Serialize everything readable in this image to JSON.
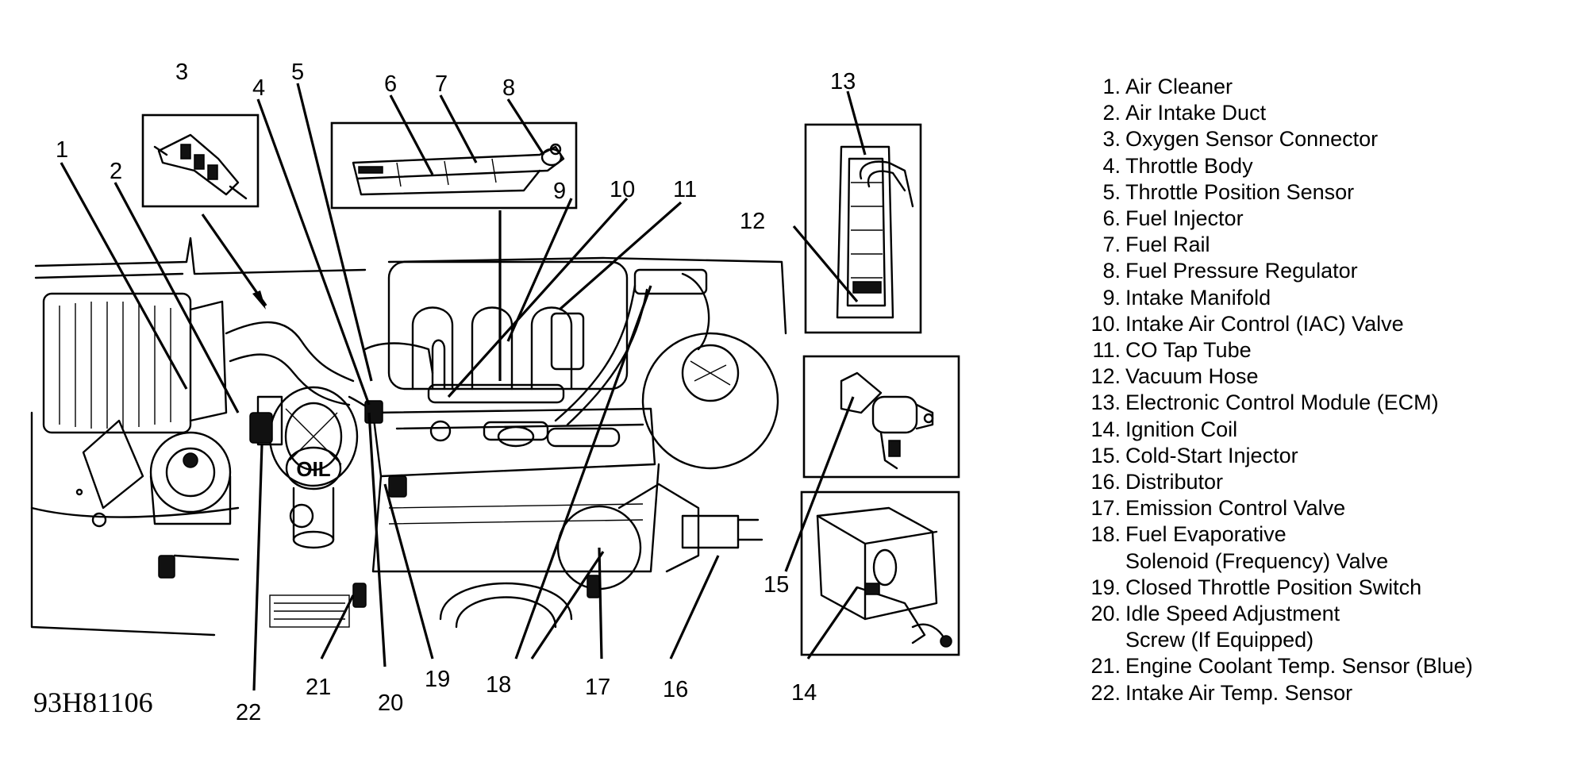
{
  "figure_id": "93H81106",
  "legend": [
    {
      "num": "1.",
      "lines": [
        "Air Cleaner"
      ]
    },
    {
      "num": "2.",
      "lines": [
        "Air Intake Duct"
      ]
    },
    {
      "num": "3.",
      "lines": [
        "Oxygen Sensor Connector"
      ]
    },
    {
      "num": "4.",
      "lines": [
        "Throttle Body"
      ]
    },
    {
      "num": "5.",
      "lines": [
        "Throttle Position Sensor"
      ]
    },
    {
      "num": "6.",
      "lines": [
        "Fuel Injector"
      ]
    },
    {
      "num": "7.",
      "lines": [
        "Fuel Rail"
      ]
    },
    {
      "num": "8.",
      "lines": [
        "Fuel Pressure Regulator"
      ]
    },
    {
      "num": "9.",
      "lines": [
        "Intake Manifold"
      ]
    },
    {
      "num": "10.",
      "lines": [
        "Intake Air Control (IAC) Valve"
      ]
    },
    {
      "num": "11.",
      "lines": [
        "CO Tap Tube"
      ]
    },
    {
      "num": "12.",
      "lines": [
        "Vacuum Hose"
      ]
    },
    {
      "num": "13.",
      "lines": [
        "Electronic Control Module (ECM)"
      ]
    },
    {
      "num": "14.",
      "lines": [
        "Ignition Coil"
      ]
    },
    {
      "num": "15.",
      "lines": [
        "Cold-Start Injector"
      ]
    },
    {
      "num": "16.",
      "lines": [
        "Distributor"
      ]
    },
    {
      "num": "17.",
      "lines": [
        "Emission Control Valve"
      ]
    },
    {
      "num": "18.",
      "lines": [
        "Fuel Evaporative",
        "Solenoid (Frequency) Valve"
      ]
    },
    {
      "num": "19.",
      "lines": [
        "Closed Throttle Position Switch"
      ]
    },
    {
      "num": "20.",
      "lines": [
        "Idle Speed Adjustment",
        "Screw (If Equipped)"
      ]
    },
    {
      "num": "21.",
      "lines": [
        "Engine Coolant Temp. Sensor (Blue)"
      ]
    },
    {
      "num": "22.",
      "lines": [
        "Intake Air Temp. Sensor"
      ]
    }
  ],
  "callouts": [
    "1",
    "2",
    "3",
    "4",
    "5",
    "6",
    "7",
    "8",
    "9",
    "10",
    "11",
    "12",
    "13",
    "14",
    "15",
    "16",
    "17",
    "18",
    "19",
    "20",
    "21",
    "22"
  ],
  "engine_labels": {
    "oil_cap": "OIL"
  }
}
